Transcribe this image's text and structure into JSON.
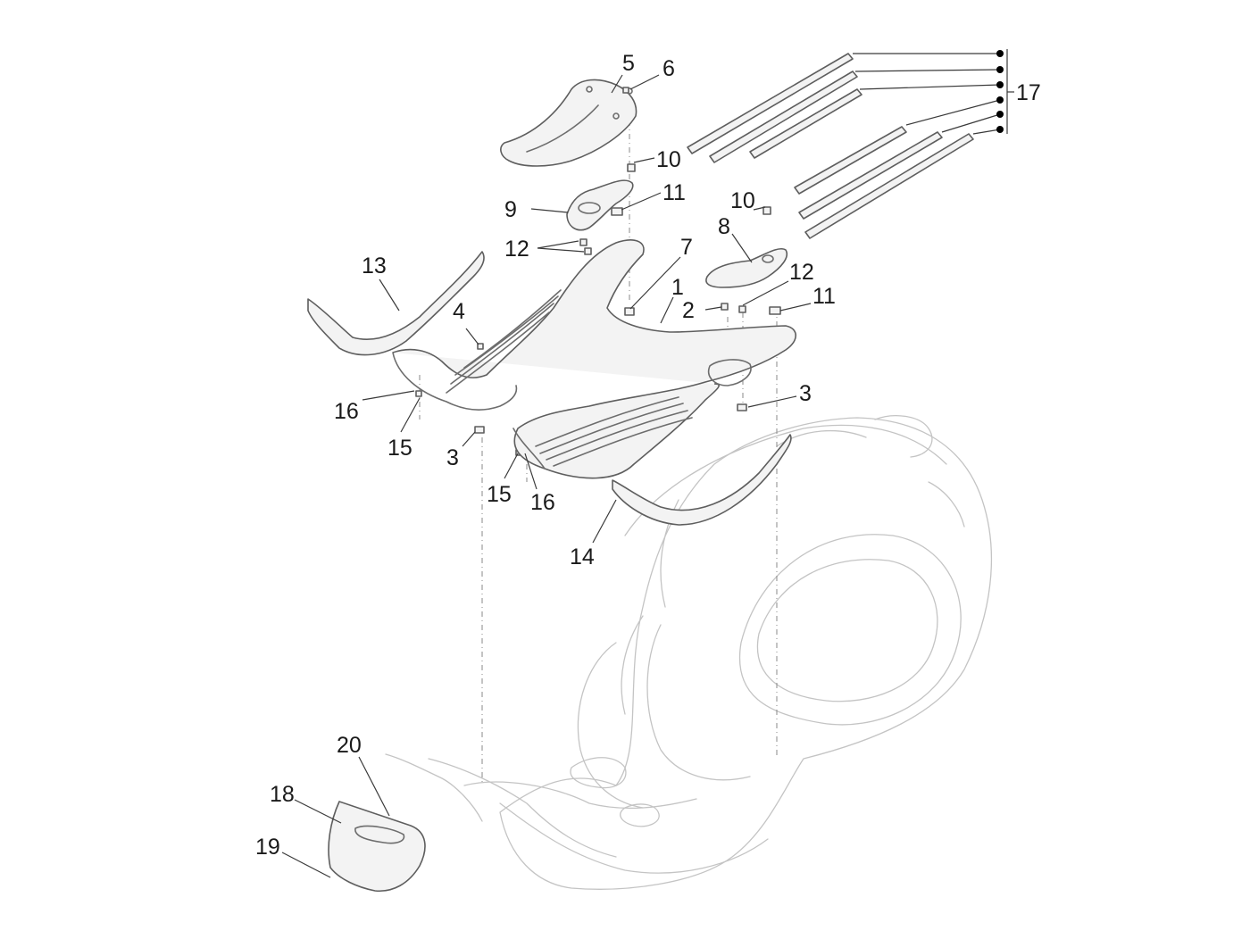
{
  "diagram": {
    "callouts": [
      {
        "id": "c5",
        "label": "5"
      },
      {
        "id": "c6",
        "label": "6"
      },
      {
        "id": "c10a",
        "label": "10"
      },
      {
        "id": "c11a",
        "label": "11"
      },
      {
        "id": "c9",
        "label": "9"
      },
      {
        "id": "c12a",
        "label": "12"
      },
      {
        "id": "c10b",
        "label": "10"
      },
      {
        "id": "c8",
        "label": "8"
      },
      {
        "id": "c7",
        "label": "7"
      },
      {
        "id": "c13",
        "label": "13"
      },
      {
        "id": "c12b",
        "label": "12"
      },
      {
        "id": "c1",
        "label": "1"
      },
      {
        "id": "c11b",
        "label": "11"
      },
      {
        "id": "c2",
        "label": "2"
      },
      {
        "id": "c4",
        "label": "4"
      },
      {
        "id": "c16a",
        "label": "16"
      },
      {
        "id": "c3a",
        "label": "3"
      },
      {
        "id": "c15a",
        "label": "15"
      },
      {
        "id": "c3b",
        "label": "3"
      },
      {
        "id": "c15b",
        "label": "15"
      },
      {
        "id": "c16b",
        "label": "16"
      },
      {
        "id": "c14",
        "label": "14"
      },
      {
        "id": "c17",
        "label": "17"
      },
      {
        "id": "c20",
        "label": "20"
      },
      {
        "id": "c18",
        "label": "18"
      },
      {
        "id": "c19",
        "label": "19"
      }
    ]
  }
}
